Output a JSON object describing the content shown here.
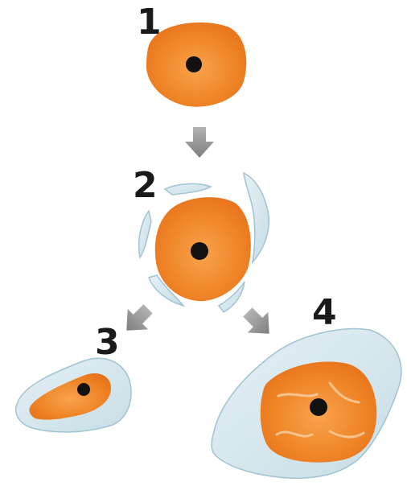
{
  "steps": [
    {
      "label": "1"
    },
    {
      "label": "2"
    },
    {
      "label": "3"
    },
    {
      "label": "4"
    }
  ],
  "colors": {
    "cell_orange": "#ef7d22",
    "cell_orange_light": "#f7a04a",
    "nucleus": "#111111",
    "matrix_blue": "#cfe3ea",
    "matrix_edge": "#9fc4d2",
    "arrow_gray": "#8c8c8c",
    "label_text": "#1a1a1a"
  },
  "icons": {
    "arrow": "down-arrow-icon",
    "nucleus": "nucleus-dot"
  }
}
